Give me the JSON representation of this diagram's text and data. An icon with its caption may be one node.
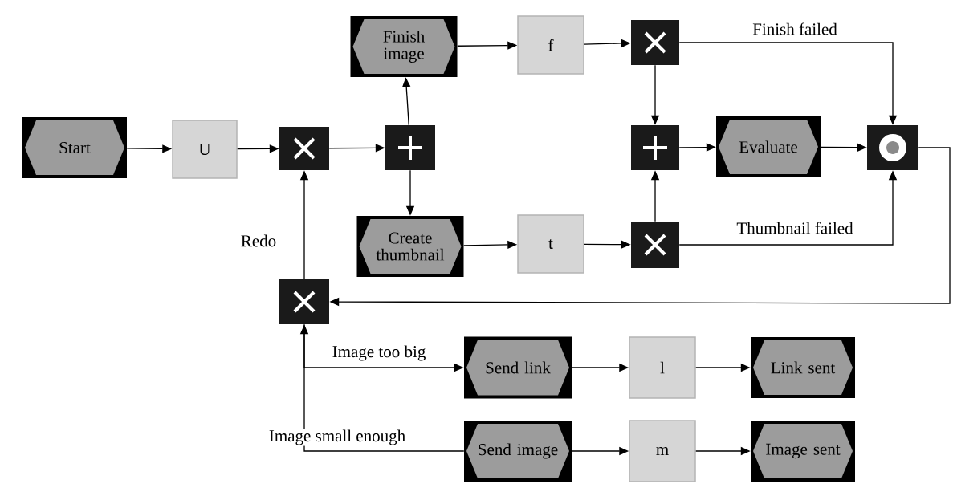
{
  "diagram": {
    "nodes": [
      {
        "text": [
          "Start"
        ]
      },
      {
        "text": [
          "U"
        ]
      },
      {
        "text": [],
        "shape": "cross"
      },
      {
        "text": [],
        "shape": "plus"
      },
      {
        "text": [
          "Finish image"
        ]
      },
      {
        "text": [
          "Create thumbnail"
        ]
      },
      {
        "text": [
          "f"
        ]
      },
      {
        "text": [
          "t"
        ]
      },
      {
        "text": [],
        "shape": "cross"
      },
      {
        "text": [],
        "shape": "cross"
      },
      {
        "text": [],
        "shape": "plus"
      },
      {
        "text": [
          "Evaluate"
        ]
      },
      {
        "text": [],
        "shape": "ring"
      },
      {
        "text": [],
        "shape": "cross"
      },
      {
        "text": [
          "Send link"
        ]
      },
      {
        "text": [
          "l"
        ]
      },
      {
        "text": [
          "Link sent"
        ]
      },
      {
        "text": [
          "Send image"
        ]
      },
      {
        "text": [
          "m"
        ]
      },
      {
        "text": [
          "Image sent"
        ]
      }
    ],
    "edges": [
      {
        "from": 0,
        "to": 1,
        "arrow": "to"
      },
      {
        "from": 1,
        "to": 2,
        "arrow": "to"
      },
      {
        "from": 2,
        "to": 3,
        "arrow": "to"
      },
      {
        "from": 3,
        "to": 4,
        "arrow": "to"
      },
      {
        "from": 3,
        "to": 5,
        "arrow": "to"
      },
      {
        "from": 4,
        "to": 6,
        "arrow": "to"
      },
      {
        "from": 6,
        "to": 8,
        "arrow": "to"
      },
      {
        "from": 5,
        "to": 7,
        "arrow": "to"
      },
      {
        "from": 7,
        "to": 9,
        "arrow": "to"
      },
      {
        "from": 8,
        "to": 10,
        "arrow": "to"
      },
      {
        "from": 9,
        "to": 10,
        "arrow": "to"
      },
      {
        "from": 10,
        "to": 11,
        "arrow": "to"
      },
      {
        "from": 11,
        "to": 12,
        "arrow": "to"
      },
      {
        "from": 8,
        "to": 12,
        "arrow": "to",
        "label": "Finish failed"
      },
      {
        "from": 9,
        "to": 12,
        "arrow": "to",
        "label": "Thumbnail failed"
      },
      {
        "from": 12,
        "to": 13,
        "arrow": "to"
      },
      {
        "from": 13,
        "to": 2,
        "arrow": "to",
        "label": "Redo"
      },
      {
        "from": 13,
        "to": 14,
        "arrow": "to",
        "label": "Image too big"
      },
      {
        "from": 17,
        "to": 13,
        "arrow": "to",
        "label": "Image small enough"
      },
      {
        "from": 14,
        "to": 15,
        "arrow": "to"
      },
      {
        "from": 15,
        "to": 16,
        "arrow": "to"
      },
      {
        "from": 17,
        "to": 18,
        "arrow": "to"
      },
      {
        "from": 18,
        "to": 19,
        "arrow": "to"
      }
    ]
  }
}
